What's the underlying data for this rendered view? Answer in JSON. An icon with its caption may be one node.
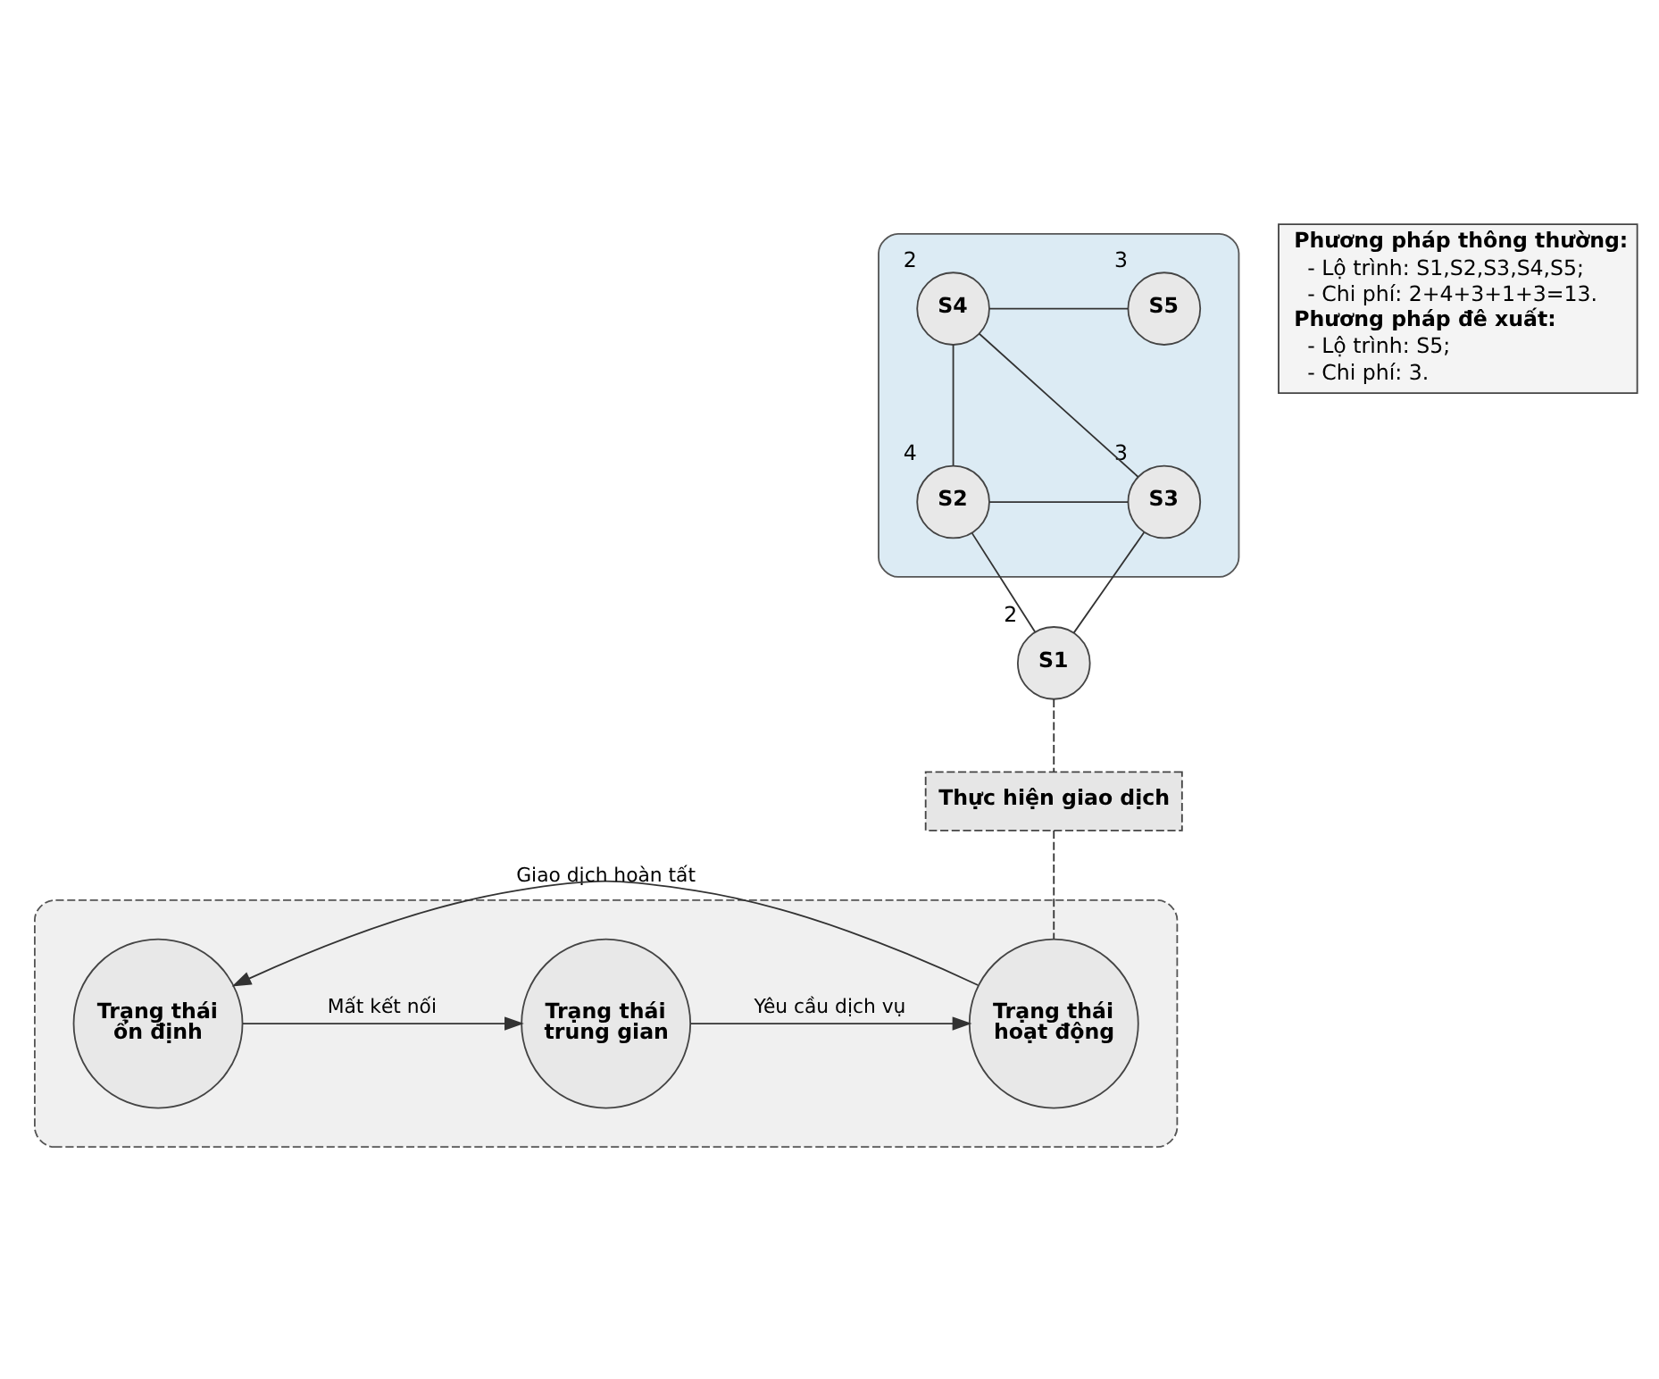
{
  "diagram": {
    "nodes": [
      {
        "text": [],
        "shape": "cloud"
      },
      {
        "text": [
          "S4"
        ],
        "beside": [
          "2"
        ],
        "in": 0
      },
      {
        "text": [
          "S5"
        ],
        "beside": [
          "3"
        ],
        "in": 0
      },
      {
        "text": [
          "S2"
        ],
        "beside": [
          "4"
        ],
        "in": 0
      },
      {
        "text": [
          "S3"
        ],
        "beside": [
          "3"
        ],
        "in": 0
      },
      {
        "text": [
          "Phương pháp thông thường:",
          "- Lộ trình: S1,S2,S3,S4,S5;",
          "- Chi phí: 2+4+3+1+3=13.",
          "Phương pháp đê xuất:",
          "- Lộ trình: S5;",
          "- Chi phí: 3."
        ]
      },
      {
        "text": [
          "S1"
        ],
        "beside": [
          "2"
        ]
      },
      {
        "text": [
          "Thực hiện giao dịch"
        ]
      },
      {
        "text": [],
        "shape": "cloud"
      },
      {
        "text": [
          "Trạng thái ổn định"
        ],
        "in": 8
      },
      {
        "text": [
          "Trạng thái trung gian"
        ],
        "in": 8
      },
      {
        "text": [
          "Trạng thái hoạt động"
        ],
        "in": 8
      }
    ],
    "edges": [
      {
        "from": 1,
        "to": 2,
        "arrow": "none"
      },
      {
        "from": 1,
        "to": 3,
        "arrow": "none"
      },
      {
        "from": 1,
        "to": 4,
        "arrow": "none"
      },
      {
        "from": 3,
        "to": 4,
        "arrow": "none"
      },
      {
        "from": 3,
        "to": 6,
        "arrow": "none"
      },
      {
        "from": 4,
        "to": 6,
        "arrow": "none"
      },
      {
        "from": 6,
        "to": 7,
        "arrow": "none",
        "style": "dashed"
      },
      {
        "from": 7,
        "to": 11,
        "arrow": "none",
        "style": "dashed"
      },
      {
        "from": 9,
        "to": 10,
        "arrow": "to",
        "label": "Mất kết nối"
      },
      {
        "from": 10,
        "to": 11,
        "arrow": "to",
        "label": "Yêu cầu dịch vụ"
      },
      {
        "from": 11,
        "to": 9,
        "arrow": "to",
        "label": "Giao dịch hoàn tất"
      }
    ]
  }
}
